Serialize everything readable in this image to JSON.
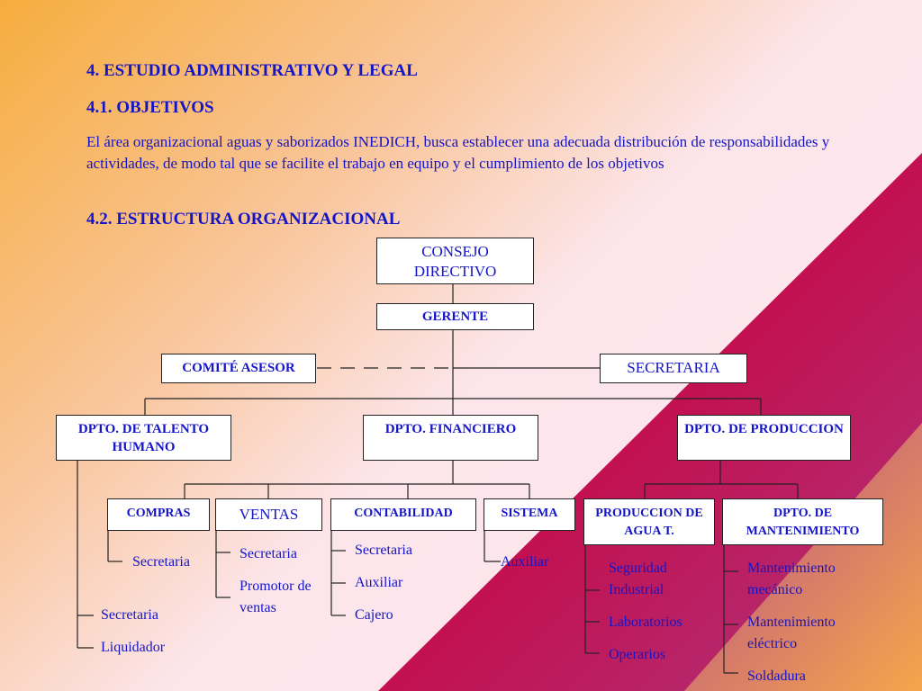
{
  "colors": {
    "text": "#1515c8",
    "orange": "#f6ad3e",
    "peach": "#f9d2b8",
    "pink_light": "#fce6ec",
    "magenta": "#cc1155",
    "purple": "#a9448e"
  },
  "heading1": "4.  ESTUDIO ADMINISTRATIVO Y LEGAL",
  "heading2": "4.1. OBJETIVOS",
  "paragraph": "El área organizacional aguas y saborizados INEDICH, busca establecer una adecuada distribución de responsabilidades y actividades, de modo tal que se facilite el trabajo en equipo y el cumplimiento de los objetivos",
  "heading3": "4.2. ESTRUCTURA ORGANIZACIONAL",
  "org": {
    "consejo": "CONSEJO DIRECTIVO",
    "gerente": "GERENTE",
    "comite": "COMITÉ ASESOR",
    "secretaria": "SECRETARIA",
    "dpto_talento": "DPTO. DE TALENTO HUMANO",
    "dpto_financiero": "DPTO. FINANCIERO",
    "dpto_produccion": "DPTO. DE PRODUCCION",
    "compras": "COMPRAS",
    "ventas": "VENTAS",
    "contabilidad": "CONTABILIDAD",
    "sistema": "SISTEMA",
    "produccion_agua": "PRODUCCION DE AGUA T.",
    "dpto_mantenimiento": "DPTO. DE MANTENIMIENTO"
  },
  "leaves": {
    "talento": [
      "Secretaria",
      "Liquidador"
    ],
    "compras": [
      "Secretaria"
    ],
    "ventas": [
      "Secretaria",
      "Promotor de ventas"
    ],
    "contabilidad": [
      "Secretaria",
      "Auxiliar",
      "Cajero"
    ],
    "sistema": [
      "Auxiliar"
    ],
    "produccion_agua": [
      "Seguridad Industrial",
      "Laboratorios",
      "Operarios"
    ],
    "mantenimiento": [
      "Mantenimiento mecánico",
      "Mantenimiento eléctrico",
      "Soldadura"
    ]
  }
}
